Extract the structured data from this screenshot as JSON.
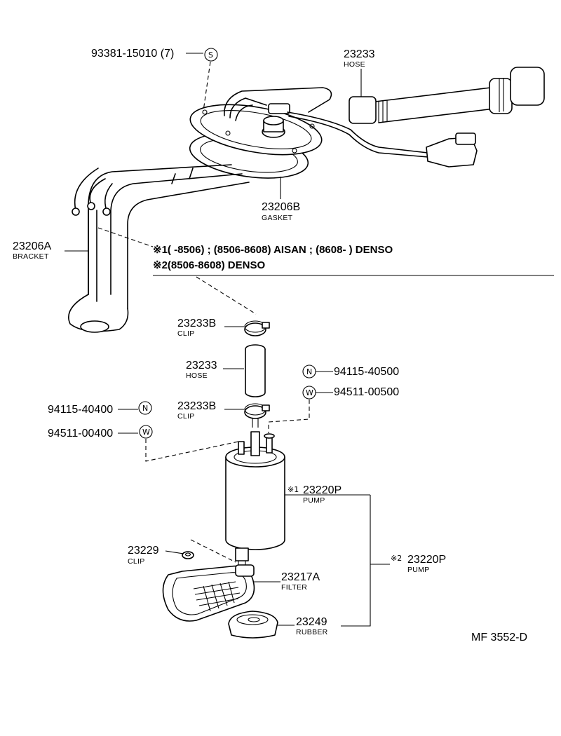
{
  "parts": {
    "screw": {
      "number": "93381-15010 (7)",
      "symbol": "S"
    },
    "hose_top": {
      "number": "23233",
      "name": "HOSE"
    },
    "gasket": {
      "number": "23206B",
      "name": "GASKET"
    },
    "bracket": {
      "number": "23206A",
      "name": "BRACKET"
    },
    "clip_upper": {
      "number": "23233B",
      "name": "CLIP"
    },
    "hose_mid": {
      "number": "23233",
      "name": "HOSE"
    },
    "clip_lower": {
      "number": "23233B",
      "name": "CLIP"
    },
    "nut_right": {
      "number": "94115-40500",
      "symbol": "N"
    },
    "washer_right": {
      "number": "94511-00500",
      "symbol": "W"
    },
    "nut_left": {
      "number": "94115-40400",
      "symbol": "N"
    },
    "washer_left": {
      "number": "94511-00400",
      "symbol": "W"
    },
    "pump1": {
      "mark": "※1",
      "number": "23220P",
      "name": "PUMP"
    },
    "pump2": {
      "mark": "※2",
      "number": "23220P",
      "name": "PUMP"
    },
    "clip_small": {
      "number": "23229",
      "name": "CLIP"
    },
    "filter": {
      "number": "23217A",
      "name": "FILTER"
    },
    "rubber": {
      "number": "23249",
      "name": "RUBBER"
    }
  },
  "notes": {
    "note1": "※1(        -8506) ; (8506-8608) AISAN ; (8608-          ) DENSO",
    "note2": "※2(8506-8608) DENSO"
  },
  "figure_code": "MF 3552-D"
}
